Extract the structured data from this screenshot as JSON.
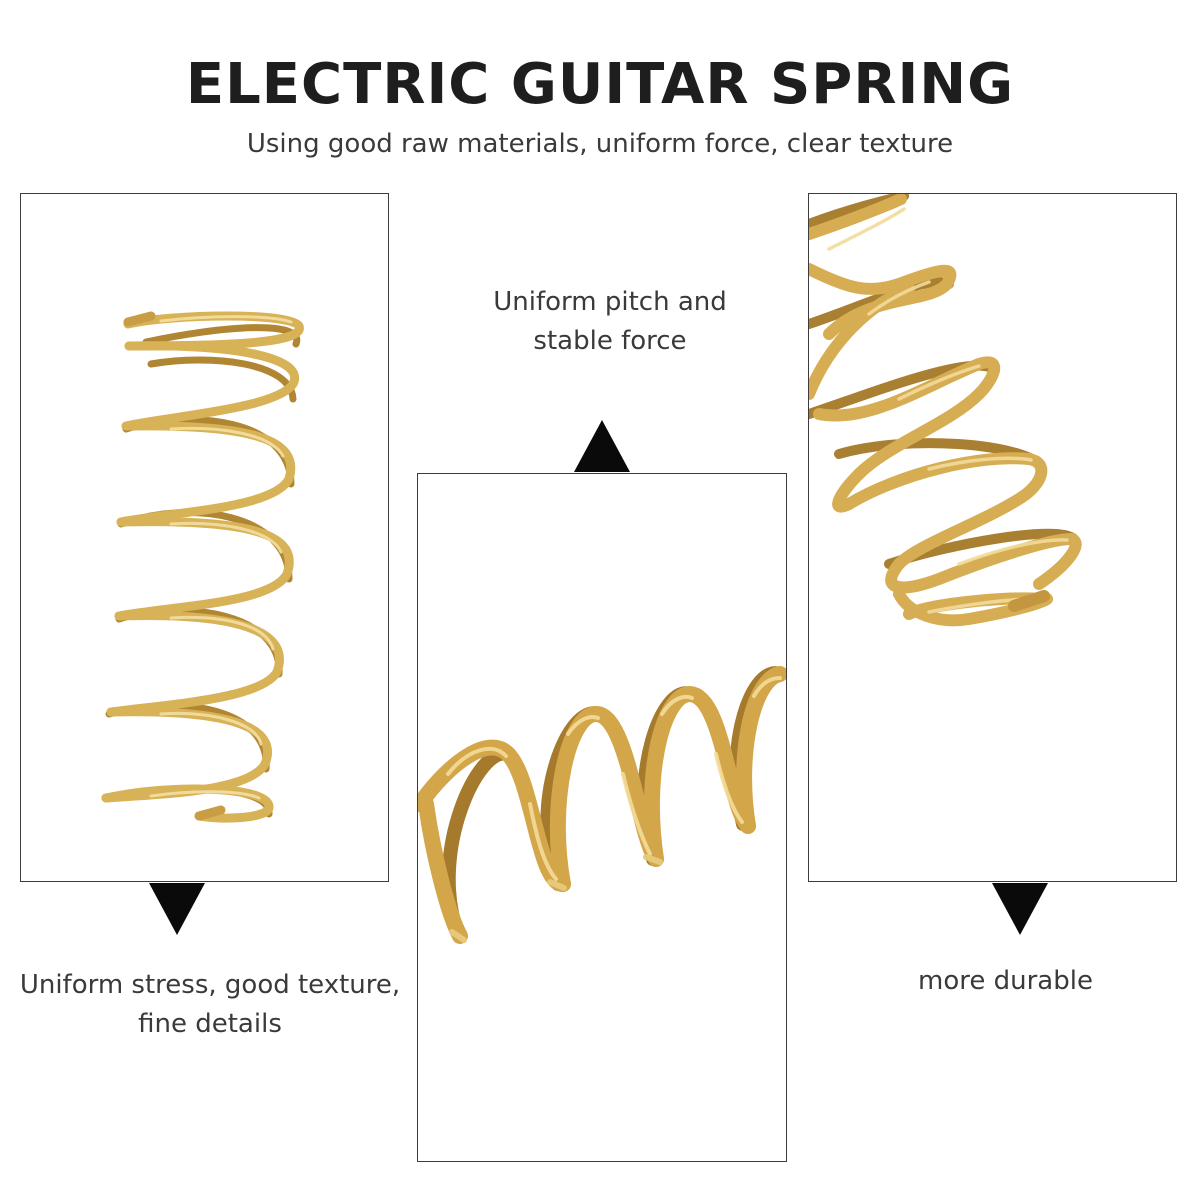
{
  "header": {
    "title": "ELECTRIC GUITAR SPRING",
    "subtitle": "Using good raw materials, uniform force, clear texture"
  },
  "panels": [
    {
      "caption_line1": "Uniform stress, good texture,",
      "caption_line2": "fine details",
      "arrow": "down"
    },
    {
      "caption_line1": "Uniform pitch and",
      "caption_line2": "stable force",
      "arrow": "up"
    },
    {
      "caption_line1": "more durable",
      "arrow": "down"
    }
  ],
  "colors": {
    "spring_gold": "#d2a94f",
    "spring_highlight": "#f3dc9a",
    "spring_shadow": "#a9802f",
    "arrow": "#0a0a0a",
    "frame_border": "#3c3c3c"
  }
}
